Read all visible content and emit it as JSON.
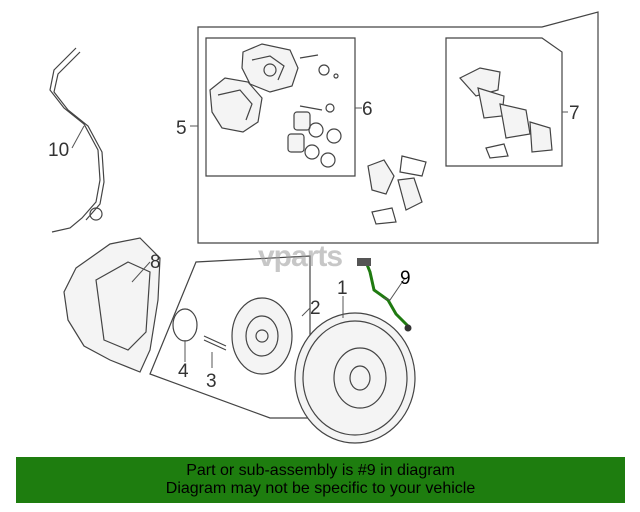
{
  "callouts": {
    "c1": "1",
    "c2": "2",
    "c3": "3",
    "c4": "4",
    "c5": "5",
    "c6": "6",
    "c7": "7",
    "c8": "8",
    "c9": "9",
    "c10": "10"
  },
  "watermark": {
    "text": "vparts"
  },
  "banner": {
    "line1": "Part or sub-assembly is #9 in diagram",
    "line2": "Diagram may not be specific to your vehicle"
  },
  "colors": {
    "banner": "#1e7d0f",
    "highlight_part": "#1f7a10"
  }
}
